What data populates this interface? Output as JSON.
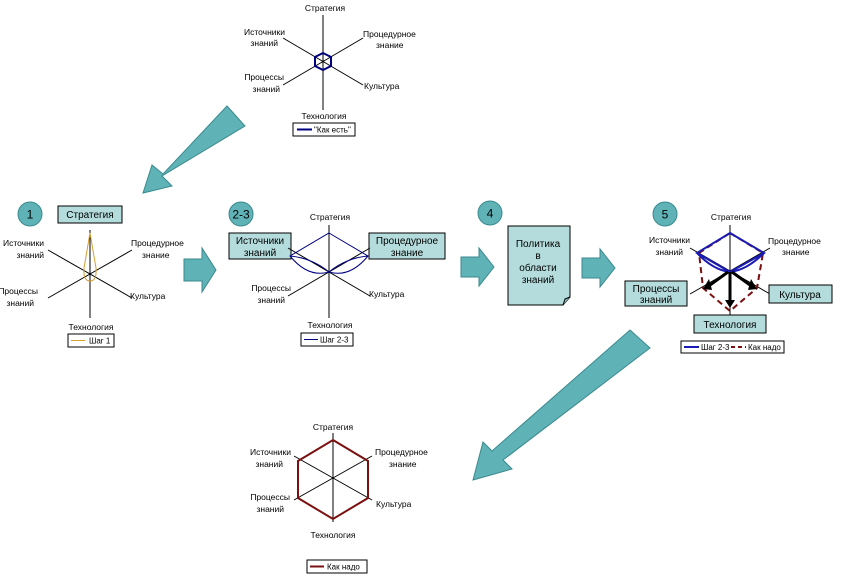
{
  "axes": {
    "strategy": "Стратегия",
    "procedural_1": "Процедурное",
    "procedural_2": "знание",
    "culture": "Культура",
    "technology": "Технология",
    "processes_1": "Процессы",
    "processes_2": "знаний",
    "sources_1": "Источники",
    "sources_2": "знаний"
  },
  "top": {
    "legend": "\"Как есть\""
  },
  "step1": {
    "number": "1",
    "highlight": "Стратегия",
    "legend": "Шаг 1"
  },
  "step23": {
    "number": "2-3",
    "highlight_left_1": "Источники",
    "highlight_left_2": "знаний",
    "highlight_right_1": "Процедурное",
    "highlight_right_2": "знание",
    "legend": "Шаг 2-3"
  },
  "step4": {
    "number": "4",
    "doc_1": "Политика",
    "doc_2": "в",
    "doc_3": "области",
    "doc_4": "знаний"
  },
  "step5": {
    "number": "5",
    "highlight_processes_1": "Процессы",
    "highlight_processes_2": "знаний",
    "highlight_culture": "Культура",
    "highlight_technology": "Технология",
    "legend_1": "Шаг 2-3",
    "legend_2": "Как надо"
  },
  "bottom": {
    "legend": "Как надо"
  },
  "colors": {
    "highlight_fill": "#b4dcdc",
    "arrow_fill": "#5fb2b6",
    "as_is": "#000080",
    "step1": "#d4a030",
    "step23": "#000080",
    "target": "#7a1010",
    "step5_blue": "#1a1ab4"
  }
}
